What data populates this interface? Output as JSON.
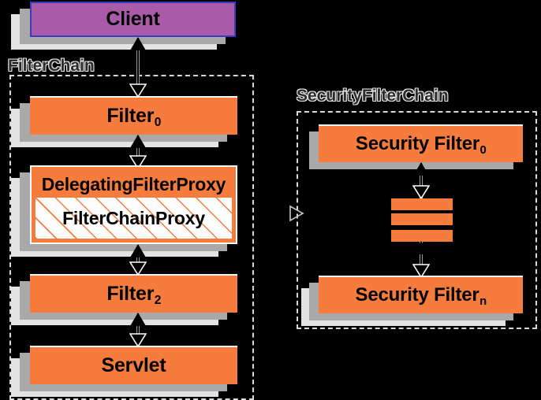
{
  "diagram": {
    "title": "Spring Security FilterChain / SecurityFilterChain",
    "background": "#000000",
    "colors": {
      "filter_orange": "#f57c3c",
      "client_purple": "#a95aa8",
      "client_border_blue": "#3b3bbf",
      "shadow_dark": "#a9a9a9",
      "shadow_light": "#e3e3e3",
      "proxy_inner_fill": "#fdfdfd",
      "dashed_border": "#d9d9d9",
      "arrow_stroke": "#000000",
      "label_text": "#f0f0f0"
    }
  },
  "nodes": {
    "client": {
      "label": "Client",
      "kind": "client"
    },
    "filter0": {
      "label": "Filter",
      "sub": "0",
      "kind": "filter"
    },
    "delegating_proxy": {
      "label": "DelegatingFilterProxy",
      "kind": "proxy"
    },
    "filter_chain_proxy": {
      "label": "FilterChainProxy",
      "kind": "proxy-inner"
    },
    "filter2": {
      "label": "Filter",
      "sub": "2",
      "kind": "filter"
    },
    "servlet": {
      "label": "Servlet",
      "kind": "filter"
    },
    "security_filter0": {
      "label": "Security Filter",
      "sub": "0",
      "kind": "filter"
    },
    "security_filtern": {
      "label": "Security Filter",
      "sub": "n",
      "kind": "filter"
    }
  },
  "containers": {
    "filter_chain": {
      "label": "FilterChain"
    },
    "security_filter_chain": {
      "label": "SecurityFilterChain"
    }
  },
  "connectors": {
    "client_to_filter0": {
      "type": "bidirectional-vertical"
    },
    "filter0_to_proxy": {
      "type": "bidirectional-vertical"
    },
    "proxy_to_filter2": {
      "type": "bidirectional-vertical"
    },
    "filter2_to_servlet": {
      "type": "bidirectional-vertical"
    },
    "secfilter0_to_ellipsis": {
      "type": "bidirectional-vertical"
    },
    "ellipsis_to_secfiltern": {
      "type": "bidirectional-vertical"
    },
    "proxy_to_security_chain": {
      "type": "open-arrow-right"
    }
  },
  "ellipsis": {
    "bars": 3,
    "meaning": "additional security filters omitted"
  }
}
